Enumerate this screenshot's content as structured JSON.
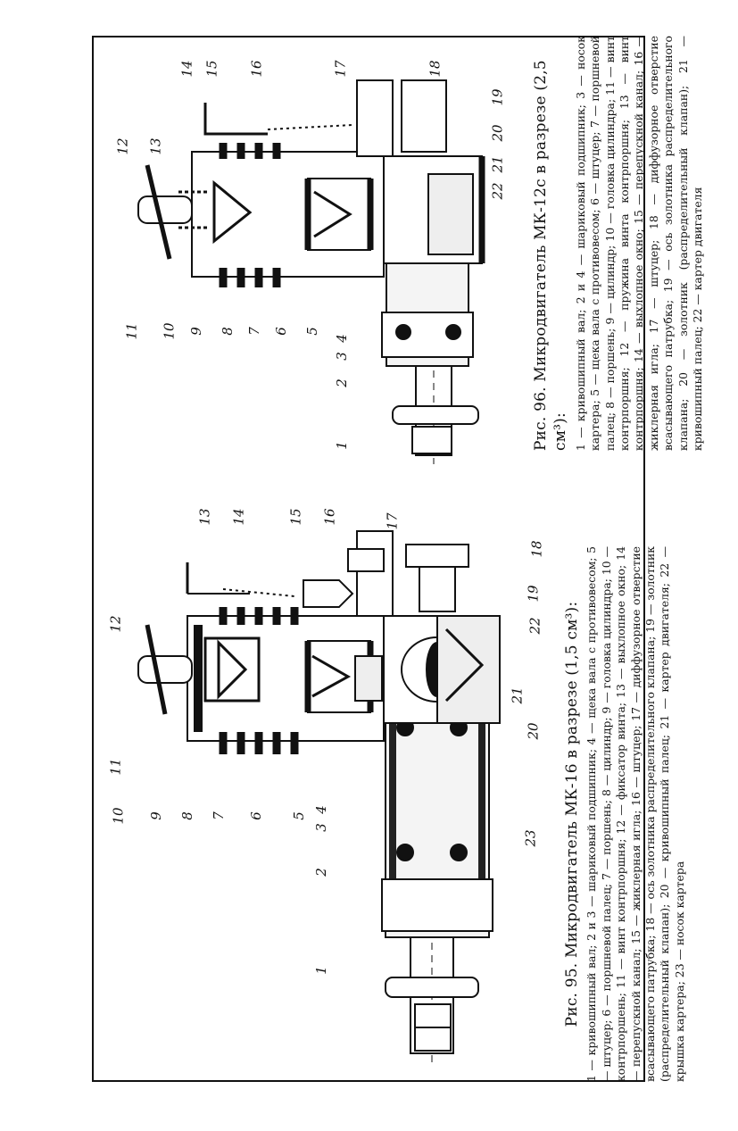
{
  "figure95": {
    "title": "Рис. 95. Микродвигатель МК-16 в разрезе (1,5 см³):",
    "legend": "1 — кривошипный вал; 2 и 3 — шариковый подшипник; 4 — щека вала с противовесом; 5 — штуцер; 6 — поршневой палец; 7 — поршень; 8 — цилиндр; 9 — головка цилиндра; 10 — контрпоршень; 11 — винт контрпоршня; 12 — фиксатор винта; 13 — выхлопное окно; 14 — перепускной канал; 15 — жиклерная игла; 16 — штуцер; 17 — диффузорное отверстие всасывающего патрубка; 18 — ось золотника распределительного клапана; 19 — золотник (распределительный клапан); 20 — кривошипный палец; 21 — картер двигателя; 22 — крышка картера; 23 — носок картера",
    "labels": [
      "1",
      "2",
      "3",
      "4",
      "5",
      "6",
      "7",
      "8",
      "9",
      "10",
      "11",
      "12",
      "13",
      "14",
      "15",
      "16",
      "17",
      "18",
      "19",
      "20",
      "21",
      "22",
      "23"
    ]
  },
  "figure96": {
    "title": "Рис. 96. Микродвигатель МК-12с в разрезе (2,5 см³):",
    "legend": "1 — кривошипный вал; 2 и 4 — шариковый подшипник; 3 — носок картера; 5 — щека вала с противовесом; 6 — штуцер; 7 — поршневой палец; 8 — поршень; 9 — цилиндр; 10 — головка цилиндра; 11 — винт контрпоршня; 12 — пружина винта контрпоршня; 13 — винт контрпоршня; 14 — выхлопное окно; 15 — перепускной канал; 16 — жиклерная игла; 17 — штуцер; 18 — диффузорное отверстие всасывающего патрубка; 19 — ось золотника распределительного клапана; 20 — золотник (распределительный клапан); 21 — кривошипный палец; 22 — картер двигателя",
    "labels": [
      "1",
      "2",
      "3",
      "4",
      "5",
      "6",
      "7",
      "8",
      "9",
      "10",
      "11",
      "12",
      "13",
      "14",
      "15",
      "16",
      "17",
      "18",
      "19",
      "20",
      "21",
      "22"
    ]
  }
}
